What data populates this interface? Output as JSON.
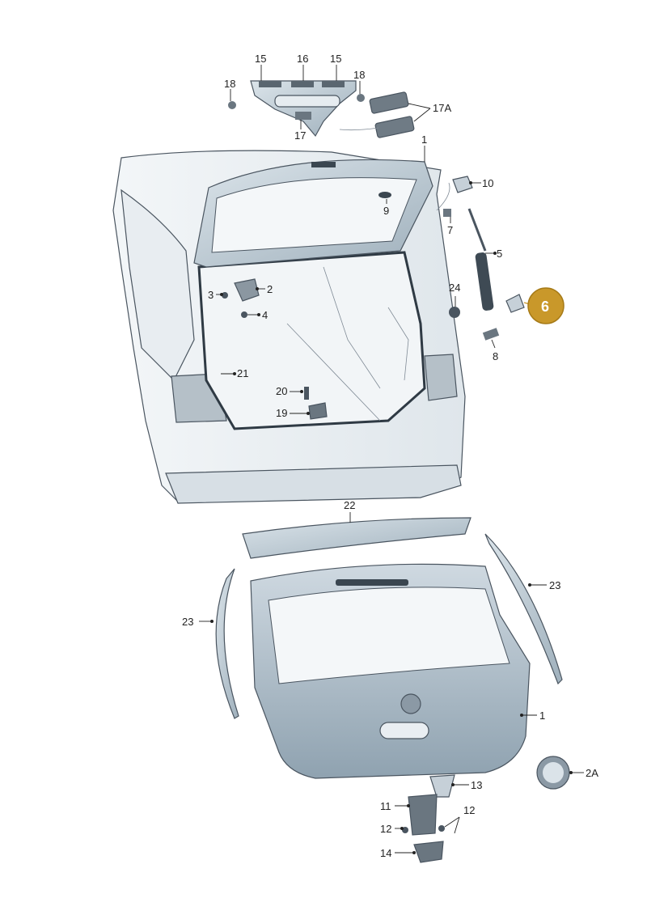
{
  "labels": {
    "l15a": "15",
    "l16": "16",
    "l15b": "15",
    "l18a": "18",
    "l18b": "18",
    "l17": "17",
    "l17A": "17A",
    "l1top": "1",
    "l10": "10",
    "l9": "9",
    "l7": "7",
    "l5": "5",
    "l24": "24",
    "l8": "8",
    "l3": "3",
    "l2": "2",
    "l4": "4",
    "l21": "21",
    "l20": "20",
    "l19": "19",
    "l22": "22",
    "l23r": "23",
    "l23l": "23",
    "l1bottom": "1",
    "l2A": "2A",
    "l13": "13",
    "l11": "11",
    "l12a": "12",
    "l12b": "12",
    "l14": "14"
  },
  "callout": {
    "number": "6",
    "color": "#c9982a"
  },
  "colors": {
    "panel": "#c8d4dd",
    "panel_dark": "#9fb0bc",
    "body_fill": "#e9eef2",
    "seal": "#3a4650"
  }
}
